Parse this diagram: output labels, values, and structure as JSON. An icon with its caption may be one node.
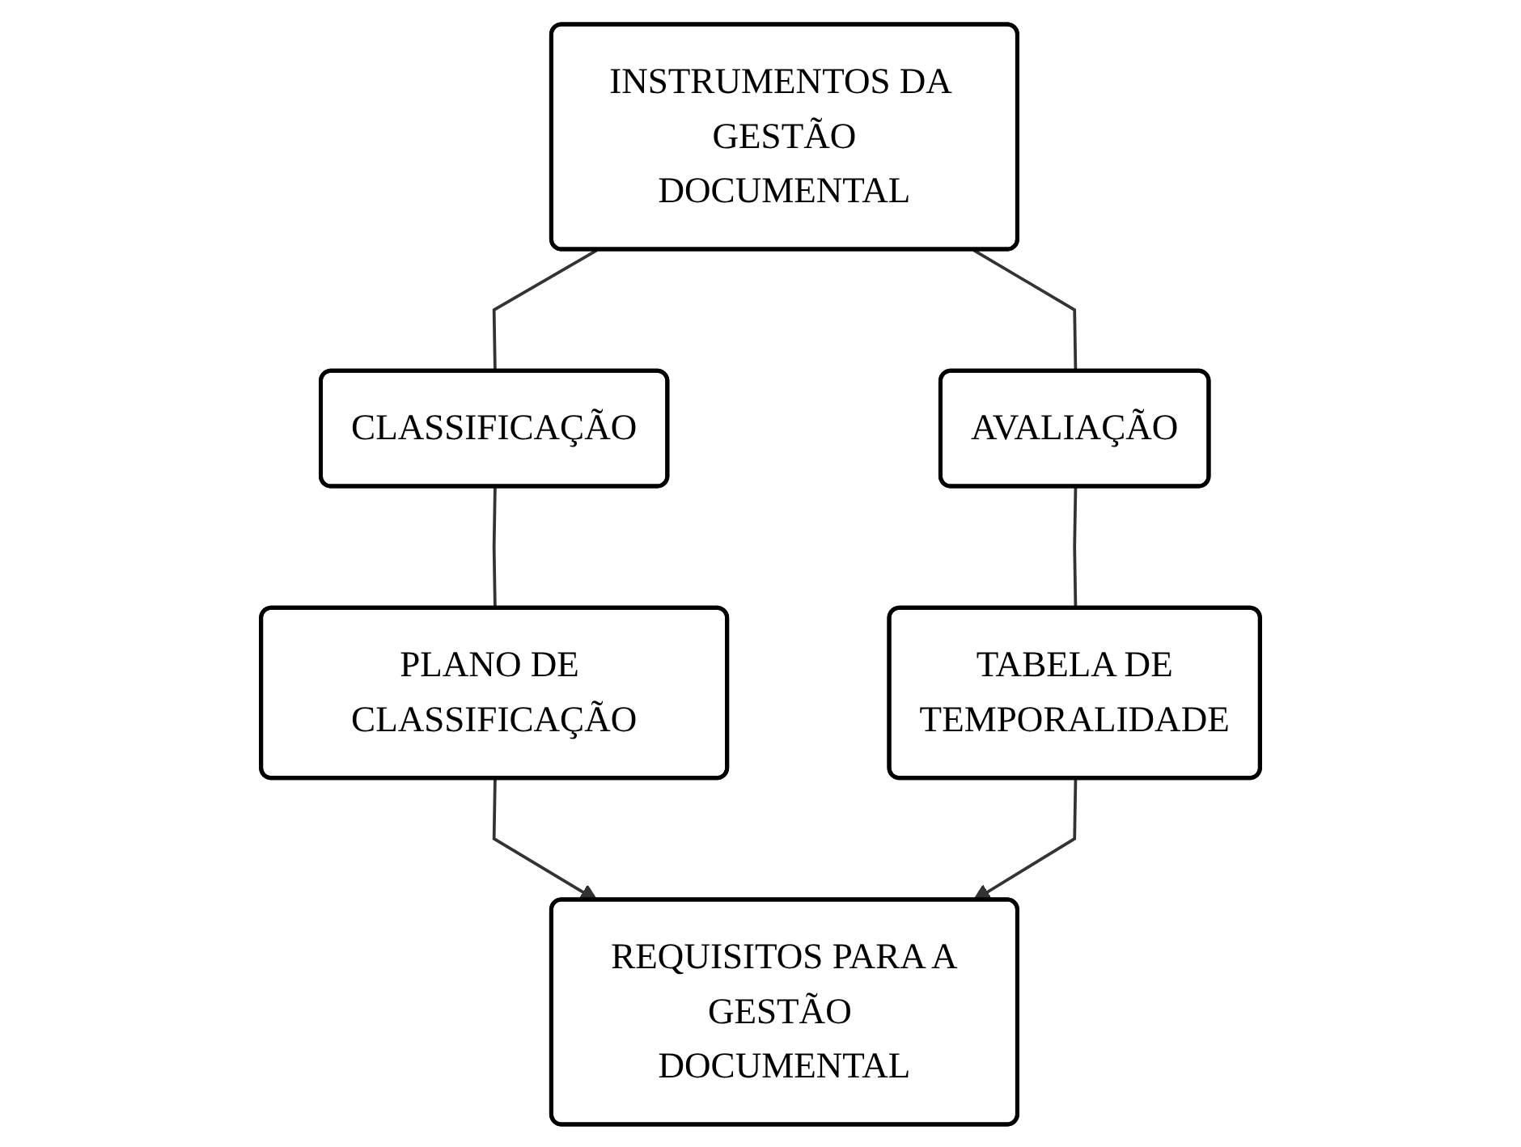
{
  "diagram": {
    "nodes": [
      {
        "text": [
          "INSTRUMENTOS DA GESTÃO DOCUMENTAL"
        ]
      },
      {
        "text": [
          "CLASSIFICAÇÃO"
        ]
      },
      {
        "text": [
          "AVALIAÇÃO"
        ]
      },
      {
        "text": [
          "PLANO DE CLASSIFICAÇÃO"
        ]
      },
      {
        "text": [
          "TABELA DE TEMPORALIDADE"
        ]
      },
      {
        "text": [
          "REQUISITOS PARA A GESTÃO DOCUMENTAL"
        ]
      }
    ],
    "edges": [
      {
        "from": 0,
        "to": 1,
        "arrow": "none"
      },
      {
        "from": 0,
        "to": 2,
        "arrow": "none"
      },
      {
        "from": 1,
        "to": 3,
        "arrow": "none"
      },
      {
        "from": 2,
        "to": 4,
        "arrow": "none"
      },
      {
        "from": 3,
        "to": 5,
        "arrow": "to"
      },
      {
        "from": 4,
        "to": 5,
        "arrow": "to"
      }
    ]
  }
}
